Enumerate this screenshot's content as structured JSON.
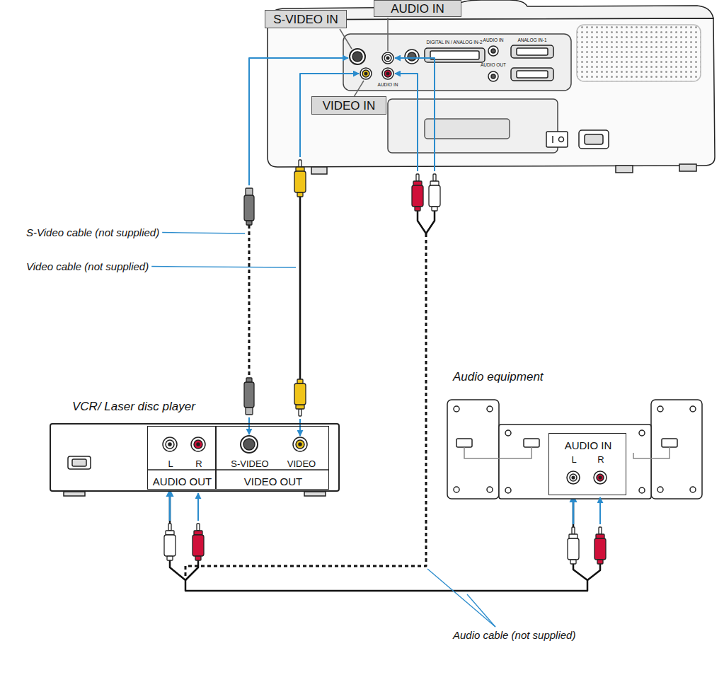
{
  "diagram": {
    "nodes": [
      {
        "text": [
          "S-VIDEO IN"
        ]
      },
      {
        "text": [
          "AUDIO IN"
        ]
      },
      {
        "text": [
          "VIDEO IN"
        ]
      },
      {
        "text": [
          "VCR/ Laser disc player"
        ]
      },
      {
        "text": [
          "L",
          "R",
          "AUDIO OUT"
        ],
        "in": 3
      },
      {
        "text": [
          "S-VIDEO",
          "VIDEO",
          "VIDEO OUT"
        ],
        "in": 3
      },
      {
        "text": [
          "Audio equipment"
        ]
      },
      {
        "text": [
          "AUDIO IN",
          "L",
          "R"
        ],
        "in": 6
      }
    ],
    "edges": [
      {
        "from": 4,
        "to": 7,
        "arrow": "both"
      }
    ],
    "labels": [
      "S-Video cable (not supplied)",
      "Video cable (not supplied)",
      "Audio cable (not supplied)",
      "AUDIO IN",
      "ANALOG IN-1",
      "DIGITAL IN / ANALOG IN-2",
      "AUDIO OUT",
      "AUDIO IN"
    ]
  }
}
